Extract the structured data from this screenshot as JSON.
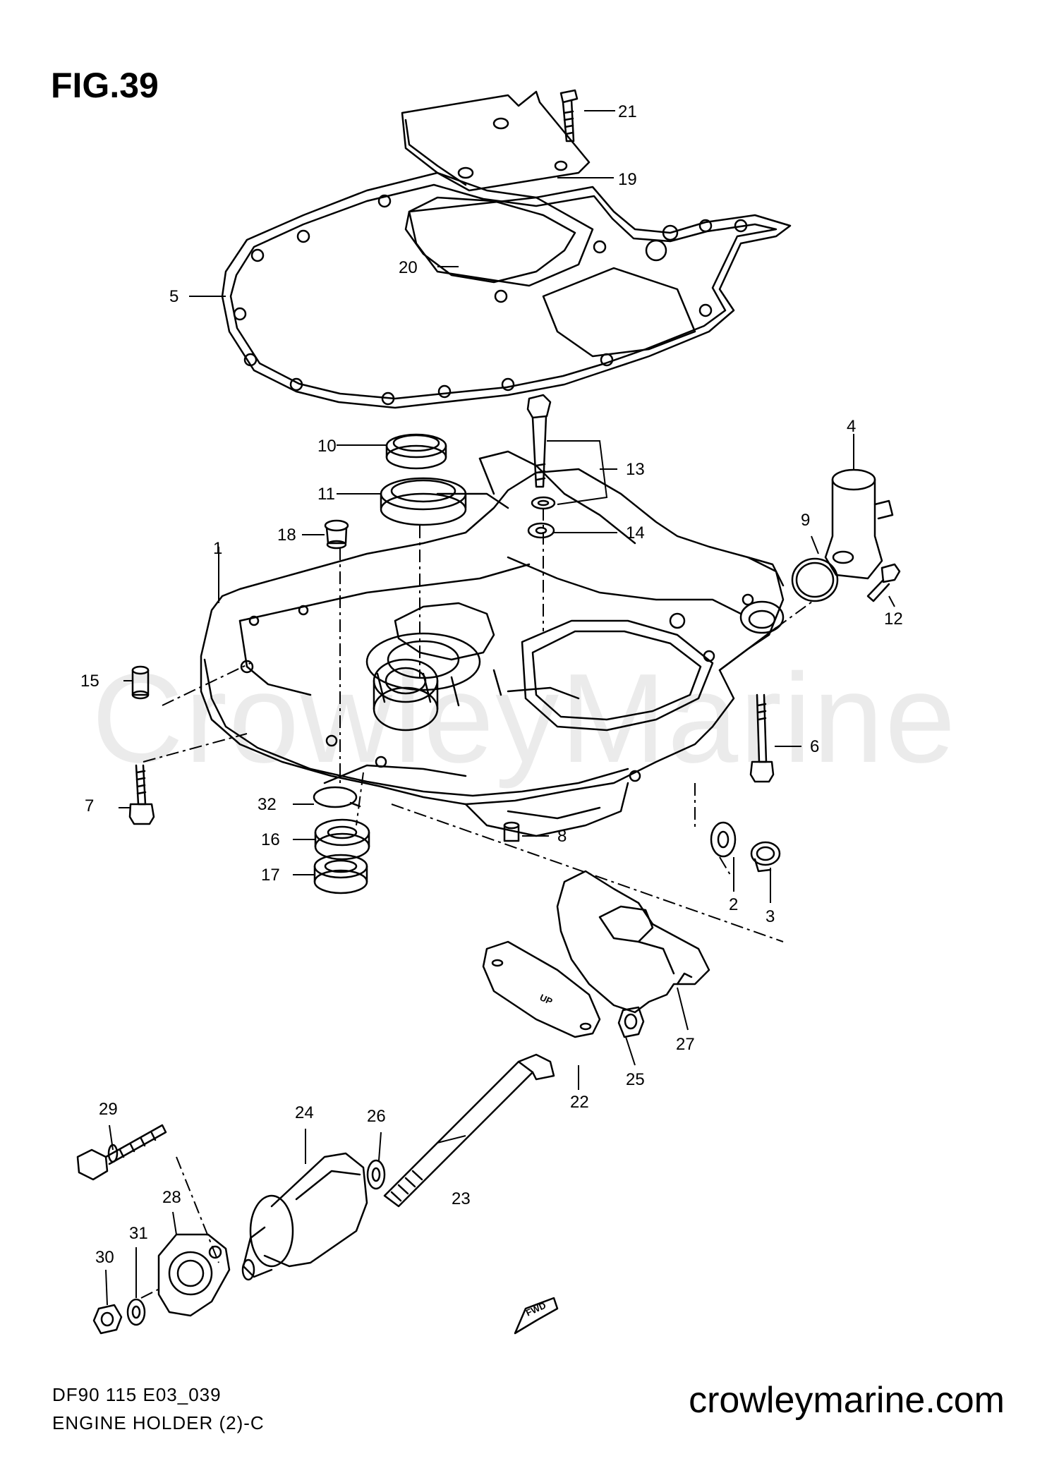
{
  "figure_title": "FIG.39",
  "watermark": "CrowleyMarine",
  "footer": {
    "diagram_code": "DF90 115 E03_039",
    "diagram_name": "ENGINE HOLDER (2)-C",
    "website": "crowleymarine.com"
  },
  "stamps": {
    "up": "UP",
    "fwd": "FWD"
  },
  "callouts": {
    "c1": "1",
    "c2": "2",
    "c3": "3",
    "c4": "4",
    "c5": "5",
    "c6": "6",
    "c7": "7",
    "c8": "8",
    "c9": "9",
    "c10": "10",
    "c11": "11",
    "c12": "12",
    "c13": "13",
    "c14": "14",
    "c15": "15",
    "c16": "16",
    "c17": "17",
    "c18": "18",
    "c19": "19",
    "c20": "20",
    "c21": "21",
    "c22": "22",
    "c23": "23",
    "c24": "24",
    "c25": "25",
    "c26": "26",
    "c27": "27",
    "c28": "28",
    "c29": "29",
    "c30": "30",
    "c31": "31",
    "c32": "32"
  }
}
